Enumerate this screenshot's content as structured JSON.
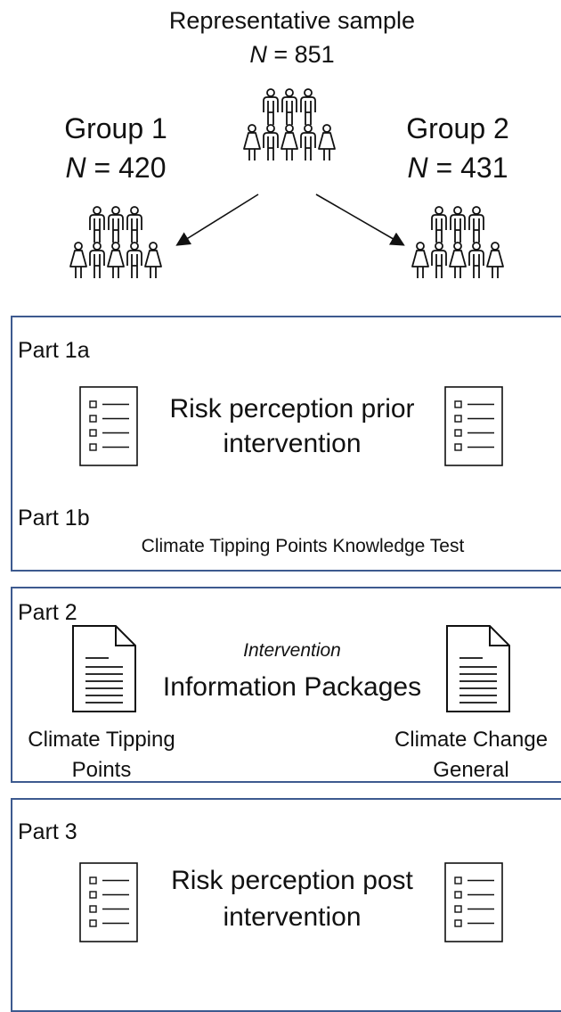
{
  "header": {
    "title": "Representative sample",
    "n_label": "N",
    "n_value": " = 851"
  },
  "groups": [
    {
      "title": "Group 1",
      "n_label": "N",
      "n_value": " = 420"
    },
    {
      "title": "Group 2",
      "n_label": "N",
      "n_value": " = 431"
    }
  ],
  "part1": {
    "label_a": "Part 1a",
    "risk_line1": "Risk perception prior",
    "risk_line2": "intervention",
    "label_b": "Part 1b",
    "knowledge_test": "Climate Tipping Points Knowledge Test"
  },
  "part2": {
    "label": "Part 2",
    "intervention": "Intervention",
    "packages": "Information Packages",
    "left_line1": "Climate Tipping",
    "left_line2": "Points",
    "right_line1": "Climate Change",
    "right_line2": "General"
  },
  "part3": {
    "label": "Part 3",
    "risk_line1": "Risk perception post",
    "risk_line2": "intervention"
  },
  "icons": {
    "people": "people-group-icon",
    "questionnaire": "questionnaire-icon",
    "document": "document-icon"
  },
  "colors": {
    "panel_border": "#3d5a8f",
    "ink": "#111111"
  }
}
